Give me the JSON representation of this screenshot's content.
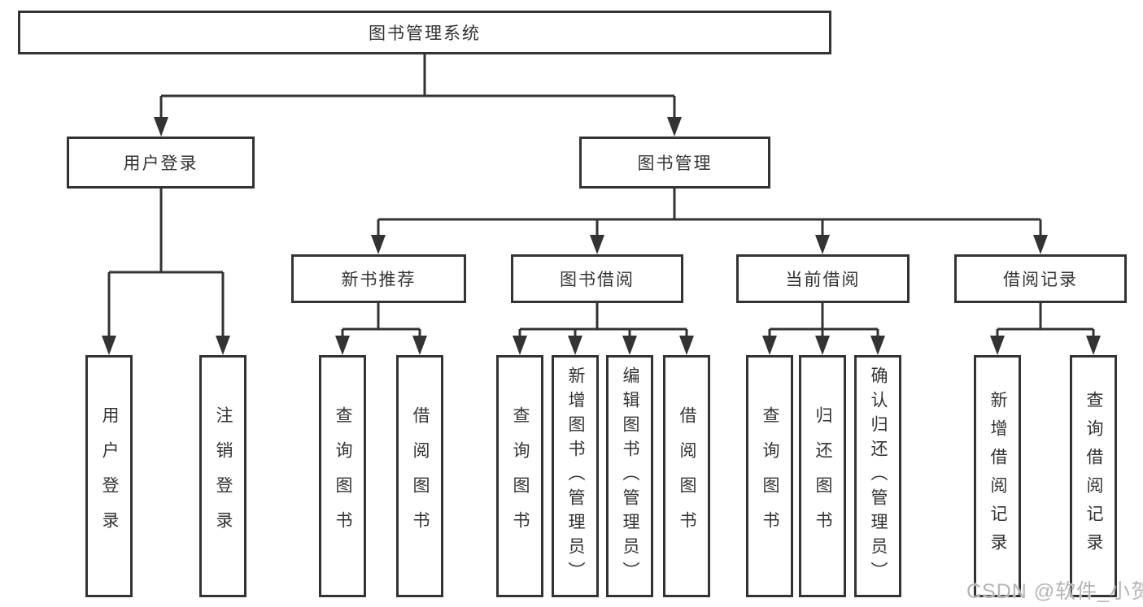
{
  "diagram": {
    "root": {
      "label": "图书管理系统"
    },
    "level2": [
      {
        "label": "用户登录"
      },
      {
        "label": "图书管理"
      }
    ],
    "level3": [
      {
        "label": "新书推荐"
      },
      {
        "label": "图书借阅"
      },
      {
        "label": "当前借阅"
      },
      {
        "label": "借阅记录"
      }
    ],
    "leaf_groups": [
      {
        "parent": "用户登录",
        "items": [
          "用户登录",
          "注销登录"
        ]
      },
      {
        "parent": "新书推荐",
        "items": [
          "查询图书",
          "借阅图书"
        ]
      },
      {
        "parent": "图书借阅",
        "items": [
          "查询图书",
          "新增图书（管理员）",
          "编辑图书（管理员）",
          "借阅图书"
        ]
      },
      {
        "parent": "当前借阅",
        "items": [
          "查询图书",
          "归还图书",
          "确认归还（管理员）"
        ]
      },
      {
        "parent": "借阅记录",
        "items": [
          "新增借阅记录",
          "查询借阅记录"
        ]
      }
    ]
  },
  "watermark": {
    "text": "CSDN @软件_小贺同学",
    "color": "#b5b5b5"
  },
  "colors": {
    "line": "#333333",
    "box_fill": "#ffffff",
    "text": "#333333",
    "background": "#ffffff"
  }
}
